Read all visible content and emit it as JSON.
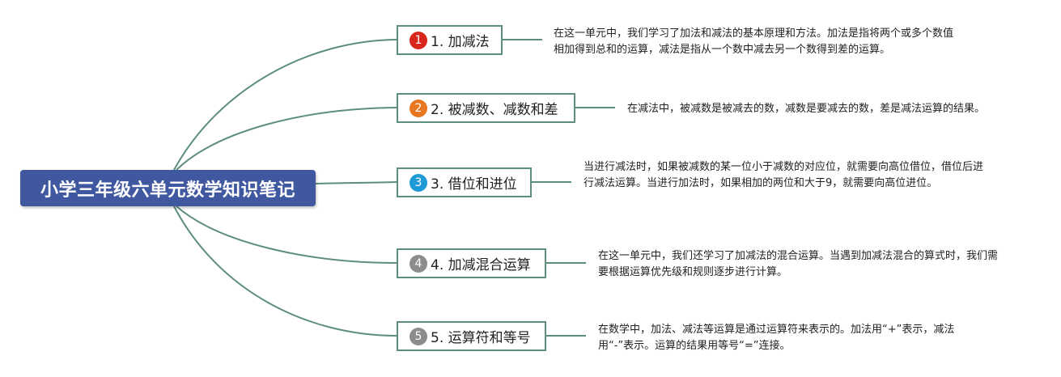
{
  "root": {
    "title": "小学三年级六单元数学知识笔记"
  },
  "colors": {
    "connector": "#5e8e80",
    "root_fill": "#3f58a0",
    "branch_border": "#5e8e80"
  },
  "branches": [
    {
      "number": "1",
      "badge_color": "#d9261c",
      "label": "1. 加减法",
      "note": "在这一单元中，我们学习了加法和减法的基本原理和方法。加法是指将两个或多个数值相加得到总和的运算，减法是指从一个数中减去另一个数得到差的运算。"
    },
    {
      "number": "2",
      "badge_color": "#e87722",
      "label": "2. 被减数、减数和差",
      "note": "在减法中，被减数是被减去的数，减数是要减去的数，差是减法运算的结果。"
    },
    {
      "number": "3",
      "badge_color": "#1e9ad6",
      "label": "3. 借位和进位",
      "note": "当进行减法时，如果被减数的某一位小于减数的对应位，就需要向高位借位，借位后进行减法运算。当进行加法时，如果相加的两位和大于9，就需要向高位进位。"
    },
    {
      "number": "4",
      "badge_color": "#8c8c8c",
      "label": "4. 加减混合运算",
      "note": "在这一单元中，我们还学习了加减法的混合运算。当遇到加减法混合的算式时，我们需要根据运算优先级和规则逐步进行计算。"
    },
    {
      "number": "5",
      "badge_color": "#8c8c8c",
      "label": "5. 运算符和等号",
      "note": "在数学中，加法、减法等运算是通过运算符来表示的。加法用“+”表示，减法用“-”表示。运算的结果用等号“=”连接。"
    }
  ]
}
